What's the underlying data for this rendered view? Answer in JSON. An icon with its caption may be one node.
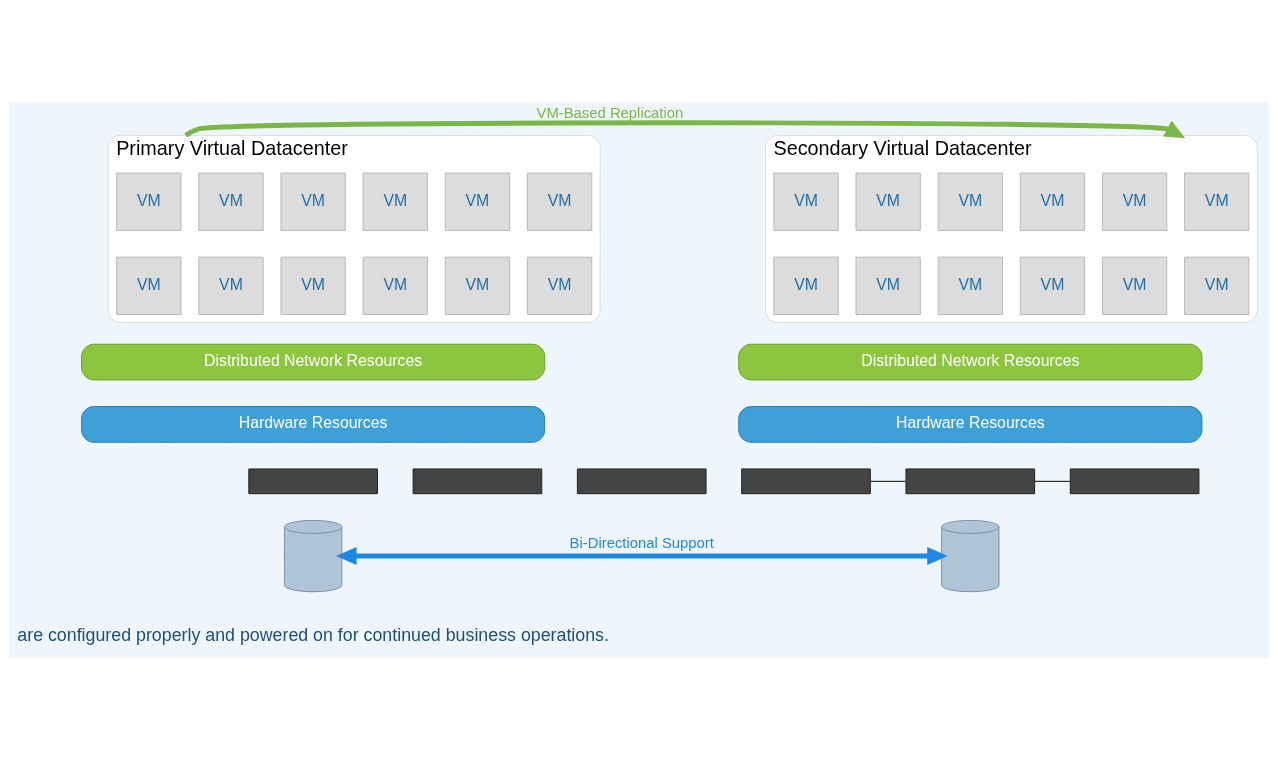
{
  "diagram": {
    "nodes": [
      {
        "text": [
          "Primary Virtual Datacenter"
        ]
      },
      {
        "text": [
          "VM"
        ],
        "in": 0
      },
      {
        "text": [
          "VM"
        ],
        "in": 0
      },
      {
        "text": [
          "VM"
        ],
        "in": 0
      },
      {
        "text": [
          "VM"
        ],
        "in": 0
      },
      {
        "text": [
          "VM"
        ],
        "in": 0
      },
      {
        "text": [
          "VM"
        ],
        "in": 0
      },
      {
        "text": [
          "VM"
        ],
        "in": 0
      },
      {
        "text": [
          "VM"
        ],
        "in": 0
      },
      {
        "text": [
          "VM"
        ],
        "in": 0
      },
      {
        "text": [
          "VM"
        ],
        "in": 0
      },
      {
        "text": [
          "VM"
        ],
        "in": 0
      },
      {
        "text": [
          "VM"
        ],
        "in": 0
      },
      {
        "text": [
          "Secondary Virtual Datacenter"
        ]
      },
      {
        "text": [
          "VM"
        ],
        "in": 13
      },
      {
        "text": [
          "VM"
        ],
        "in": 13
      },
      {
        "text": [
          "VM"
        ],
        "in": 13
      },
      {
        "text": [
          "VM"
        ],
        "in": 13
      },
      {
        "text": [
          "VM"
        ],
        "in": 13
      },
      {
        "text": [
          "VM"
        ],
        "in": 13
      },
      {
        "text": [
          "VM"
        ],
        "in": 13
      },
      {
        "text": [
          "VM"
        ],
        "in": 13
      },
      {
        "text": [
          "VM"
        ],
        "in": 13
      },
      {
        "text": [
          "VM"
        ],
        "in": 13
      },
      {
        "text": [
          "VM"
        ],
        "in": 13
      },
      {
        "text": [
          "VM"
        ],
        "in": 13
      },
      {
        "text": [
          "Distributed Network Resources"
        ]
      },
      {
        "text": [
          "Hardware Resources"
        ]
      },
      {
        "text": [],
        "shape": "box"
      },
      {
        "text": [],
        "shape": "box"
      },
      {
        "text": [],
        "shape": "box"
      },
      {
        "text": [
          "Distributed Network Resources"
        ]
      },
      {
        "text": [
          "Hardware Resources"
        ]
      },
      {
        "text": [],
        "shape": "box"
      },
      {
        "text": [],
        "shape": "box"
      },
      {
        "text": [],
        "shape": "box"
      },
      {
        "text": [],
        "shape": "cylinder"
      },
      {
        "text": [],
        "shape": "cylinder"
      }
    ],
    "edges": [
      {
        "from": 0,
        "to": 13,
        "arrow": "to",
        "label": "VM-Based Replication",
        "style": "thick",
        "color": "#7ab648"
      },
      {
        "from": 36,
        "to": 37,
        "arrow": "both",
        "label": "Bi-Directional Support",
        "style": "thick",
        "color": "#1e88e5"
      },
      {
        "from": 33,
        "to": 34,
        "arrow": "none"
      },
      {
        "from": 34,
        "to": 35,
        "arrow": "none"
      }
    ],
    "labels": [
      "are configured properly and powered on for continued business operations."
    ]
  }
}
